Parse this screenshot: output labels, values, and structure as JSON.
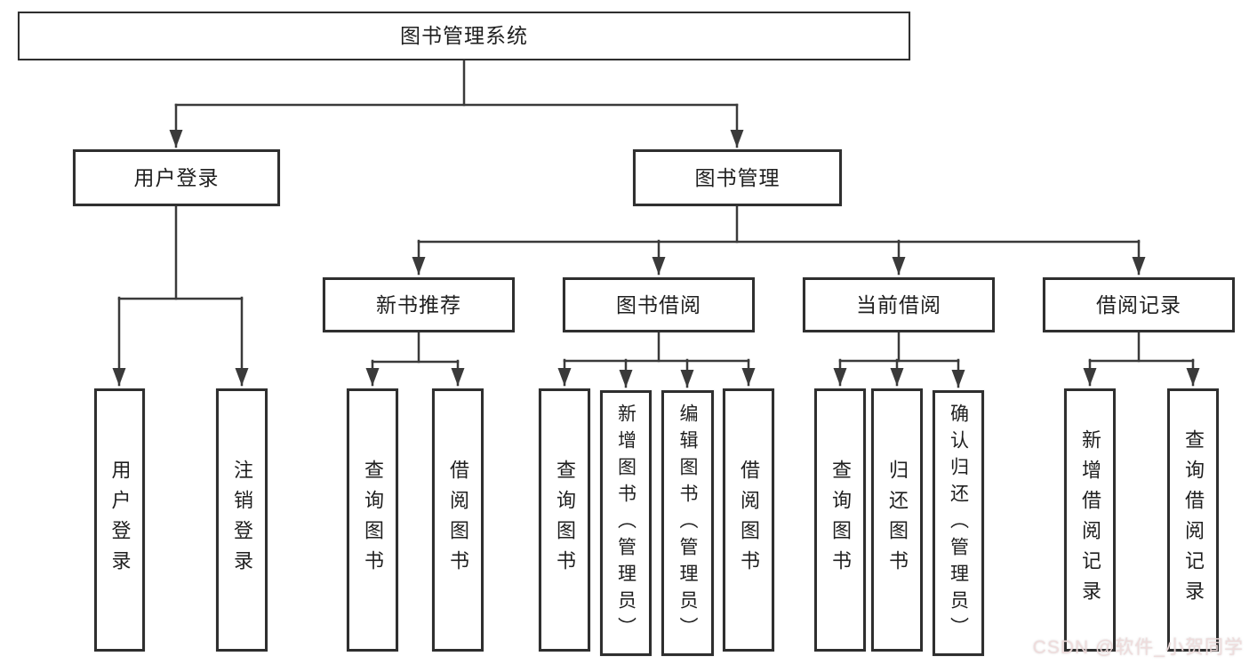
{
  "diagram": {
    "root": "图书管理系统",
    "branches": [
      {
        "label": "用户登录",
        "children": [
          "用户登录",
          "注销登录"
        ]
      },
      {
        "label": "图书管理",
        "groups": [
          {
            "label": "新书推荐",
            "children": [
              "查询图书",
              "借阅图书"
            ]
          },
          {
            "label": "图书借阅",
            "children": [
              "查询图书",
              "新增图书（管理员）",
              "编辑图书（管理员）",
              "借阅图书"
            ]
          },
          {
            "label": "当前借阅",
            "children": [
              "查询图书",
              "归还图书",
              "确认归还（管理员）"
            ]
          },
          {
            "label": "借阅记录",
            "children": [
              "新增借阅记录",
              "查询借阅记录"
            ]
          }
        ]
      }
    ]
  },
  "watermark": "CSDN @软件_小贺同学",
  "colors": {
    "background": "#ffffff",
    "box_border": "#2f2f2f",
    "connector_line": "#3a3a3a",
    "text": "#1f1f1f",
    "watermark": "#eedbdb"
  }
}
